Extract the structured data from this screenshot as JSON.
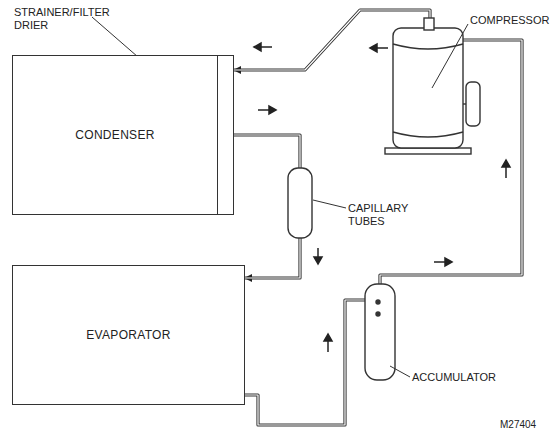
{
  "diagram": {
    "nodes": [
      {
        "text": [
          "CONDENSER"
        ]
      },
      {
        "text": [
          "EVAPORATOR"
        ]
      }
    ],
    "edges": [
      {
        "from": 0,
        "to": 1,
        "arrow": "to"
      },
      {
        "from": 1,
        "to": 0,
        "arrow": "to"
      }
    ],
    "labels": [
      "STRAINER/FILTER DRIER",
      "COMPRESSOR",
      "CAPILLARY TUBES",
      "ACCUMULATOR",
      "M27404"
    ]
  }
}
